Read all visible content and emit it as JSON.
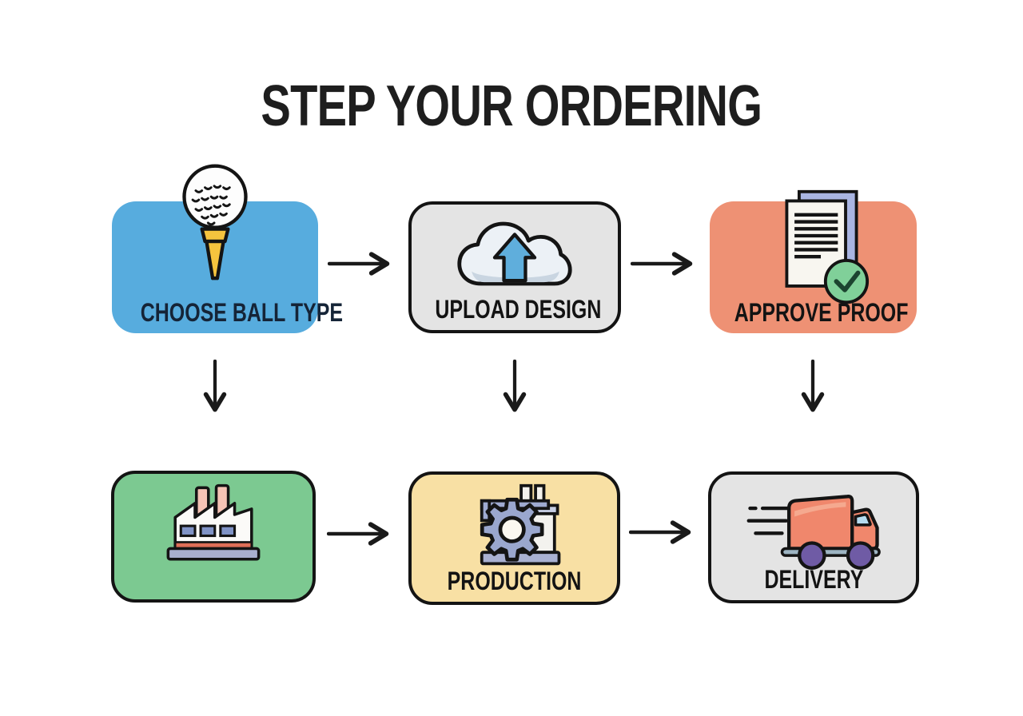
{
  "title": "STEP YOUR ORDERING",
  "steps": [
    {
      "id": "choose-ball-type",
      "label": "CHOOSE BALL TYPE",
      "icon": "golf-ball-tee-icon",
      "color": "#57ACDE",
      "row": 1,
      "col": 1
    },
    {
      "id": "upload-design",
      "label": "UPLOAD DESIGN",
      "icon": "cloud-upload-icon",
      "color": "#E4E4E4",
      "row": 1,
      "col": 2
    },
    {
      "id": "approve-proof",
      "label": "APPROVE PROOF",
      "icon": "document-check-icon",
      "color": "#EE9174",
      "row": 1,
      "col": 3
    },
    {
      "id": "factory",
      "label": "",
      "icon": "factory-icon",
      "color": "#7CC991",
      "row": 2,
      "col": 1
    },
    {
      "id": "production",
      "label": "PRODUCTION",
      "icon": "gear-machine-icon",
      "color": "#F8E0A4",
      "row": 2,
      "col": 2
    },
    {
      "id": "delivery",
      "label": "DELIVERY",
      "icon": "delivery-truck-icon",
      "color": "#E4E4E4",
      "row": 2,
      "col": 3
    }
  ],
  "flow": [
    "choose-ball-type -> upload-design",
    "upload-design -> approve-proof",
    "choose-ball-type -> down",
    "upload-design -> down",
    "approve-proof -> down",
    "factory -> production",
    "production -> delivery"
  ],
  "icons": {
    "golf-ball-tee-icon": "white golf ball on yellow tee",
    "cloud-upload-icon": "cloud with blue up arrow",
    "document-check-icon": "paper pages with green check circle",
    "factory-icon": "factory with chimneys and windows",
    "gear-machine-icon": "gear cog on machine",
    "delivery-truck-icon": "fast delivery truck",
    "arrow-right-icon": "black right arrow",
    "arrow-down-icon": "black down arrow"
  },
  "colors": {
    "background": "#FFFFFF",
    "title_text": "#1E1E1E",
    "box_border": "#141414",
    "arrow": "#1A1A1A",
    "step_blue": "#57ACDE",
    "step_gray": "#E4E4E4",
    "step_salmon": "#EE9174",
    "step_green": "#7CC991",
    "step_cream": "#F8E0A4",
    "label_dark": "#131313",
    "label_navy": "#152437",
    "tee_yellow": "#F5C43E",
    "upload_arrow_blue": "#5FAEDC",
    "check_green": "#80D099",
    "gear_blue": "#9AA7CE",
    "truck_salmon": "#F0876C",
    "wheel_purple": "#6F5BA5"
  }
}
